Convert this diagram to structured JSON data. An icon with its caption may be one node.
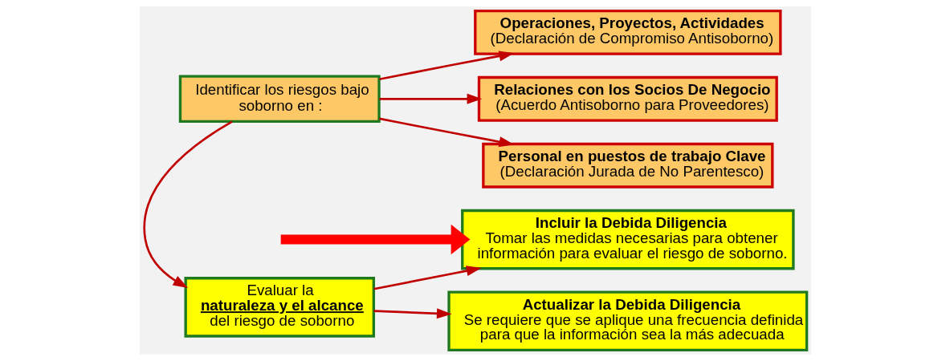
{
  "diagram": {
    "nodes": [
      {
        "text": [
          "Identificar los riesgos bajo soborno en :"
        ]
      },
      {
        "text": [
          "Operaciones, Proyectos, Actividades",
          "(Declaración de Compromiso Antisoborno)"
        ]
      },
      {
        "text": [
          "**Relaciones con los Socios De Negocio** (Acuerdo Antisoborno para Proveedores)"
        ]
      },
      {
        "text": [
          "Personal en puestos de trabajo Clave",
          "(Declaración Jurada de No Parentesco)"
        ]
      },
      {
        "text": [
          "Evaluar la **naturaleza y el alcance** del riesgo de soborno"
        ]
      },
      {
        "text": [
          "Incluir la Debida Diligencia",
          "Tomar las medidas necesarias para obtener información para evaluar el riesgo de soborno."
        ]
      },
      {
        "text": [
          "Actualizar la Debida Diligencia",
          "Se requiere que se aplique una frecuencia definida para que la información sea la más adecuada"
        ]
      }
    ],
    "edges": [
      {
        "from": 0,
        "to": 1,
        "arrow": "to"
      },
      {
        "from": 0,
        "to": 2,
        "arrow": "to"
      },
      {
        "from": 0,
        "to": 3,
        "arrow": "to"
      },
      {
        "from": 0,
        "to": 4,
        "arrow": "to"
      },
      {
        "from": null,
        "to": 5,
        "arrow": "to",
        "style": "thick",
        "color": "#ff0000"
      },
      {
        "from": 4,
        "to": 5,
        "arrow": "to"
      },
      {
        "from": 4,
        "to": 6,
        "arrow": "to"
      }
    ]
  }
}
